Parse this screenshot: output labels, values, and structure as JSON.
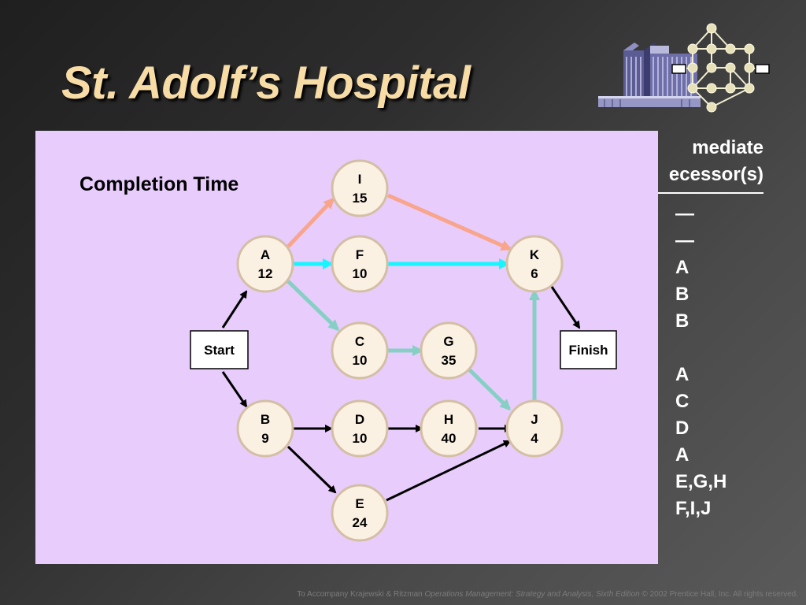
{
  "slide": {
    "title": "St. Adolf’s Hospital"
  },
  "right_column": {
    "header_line1": "mediate",
    "header_line2": "ecessor(s)",
    "predecessors": [
      "—",
      "—",
      "A",
      "B",
      "B",
      "",
      "A",
      "C",
      "D",
      "A",
      "E,G,H",
      "F,I,J"
    ]
  },
  "diagram": {
    "label": "Completion Time",
    "start_label": "Start",
    "finish_label": "Finish",
    "nodes": {
      "I": {
        "name": "I",
        "time": "15"
      },
      "A": {
        "name": "A",
        "time": "12"
      },
      "F": {
        "name": "F",
        "time": "10"
      },
      "K": {
        "name": "K",
        "time": "6"
      },
      "C": {
        "name": "C",
        "time": "10"
      },
      "G": {
        "name": "G",
        "time": "35"
      },
      "B": {
        "name": "B",
        "time": "9"
      },
      "D": {
        "name": "D",
        "time": "10"
      },
      "H": {
        "name": "H",
        "time": "40"
      },
      "J": {
        "name": "J",
        "time": "4"
      },
      "E": {
        "name": "E",
        "time": "24"
      }
    },
    "colors": {
      "panel_background": "#e8ccfc",
      "salmon_path": "#f8a58c",
      "cyan_path": "#19f5ff",
      "teal_path": "#86cfc5",
      "default_path": "#000000",
      "node_fill": "#fbf1e3",
      "node_stroke": "#d3bfa3"
    }
  },
  "footer": {
    "prefix": "To Accompany Krajewski & Ritzman ",
    "book": "Operations Management: Strategy and Analysis, Sixth Edition",
    "suffix": " © 2002 Prentice Hall, Inc. All rights reserved."
  }
}
